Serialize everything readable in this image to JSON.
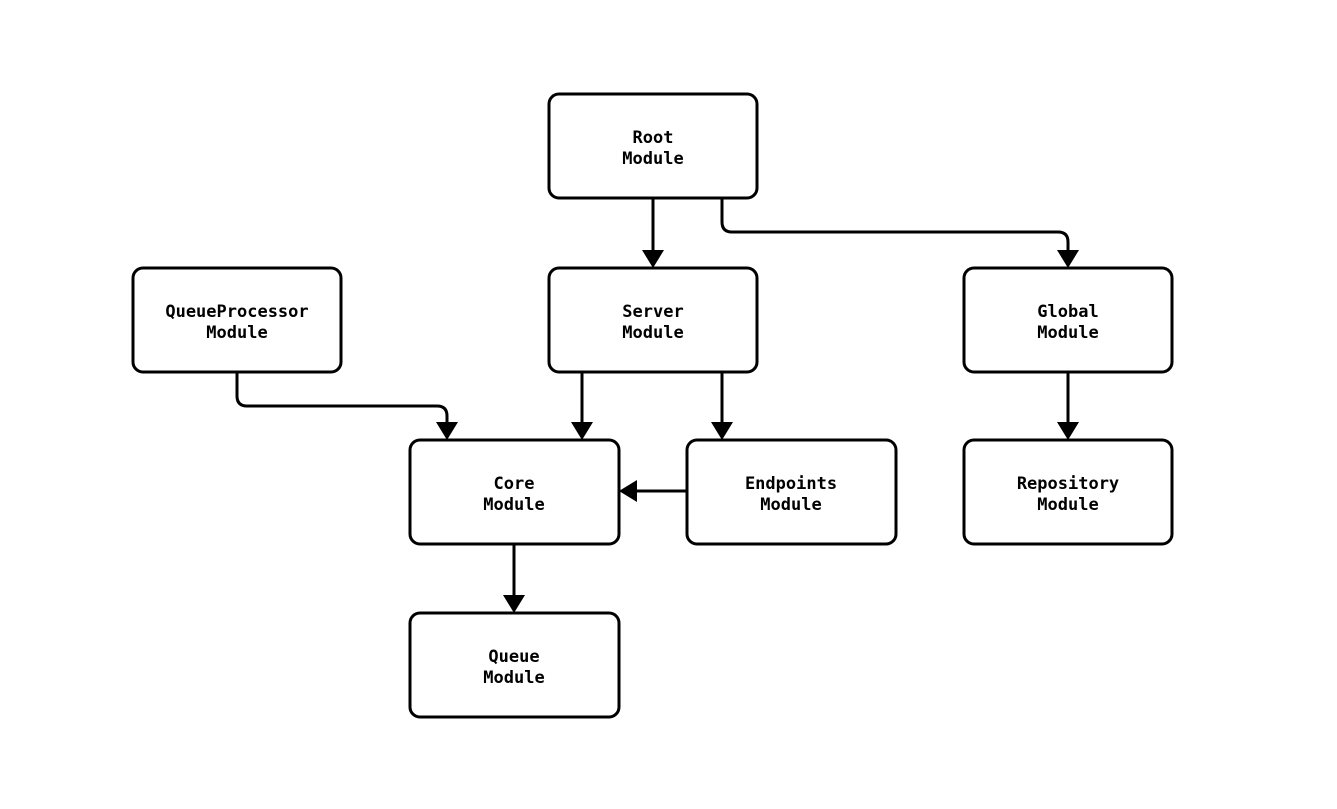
{
  "diagram": {
    "type": "flowchart",
    "background_color": "#ffffff",
    "node_fill_color": "#ffffff",
    "node_stroke_color": "#000000",
    "text_color": "#000000",
    "nodes": [
      {
        "id": "root",
        "line1": "Root",
        "line2": "Module"
      },
      {
        "id": "server",
        "line1": "Server",
        "line2": "Module"
      },
      {
        "id": "queueprocessor",
        "line1": "QueueProcessor",
        "line2": "Module"
      },
      {
        "id": "global",
        "line1": "Global",
        "line2": "Module"
      },
      {
        "id": "core",
        "line1": "Core",
        "line2": "Module"
      },
      {
        "id": "endpoints",
        "line1": "Endpoints",
        "line2": "Module"
      },
      {
        "id": "repository",
        "line1": "Repository",
        "line2": "Module"
      },
      {
        "id": "queue",
        "line1": "Queue",
        "line2": "Module"
      }
    ],
    "edges": [
      {
        "from": "root",
        "to": "server"
      },
      {
        "from": "root",
        "to": "global"
      },
      {
        "from": "server",
        "to": "core"
      },
      {
        "from": "server",
        "to": "endpoints"
      },
      {
        "from": "queueprocessor",
        "to": "core"
      },
      {
        "from": "endpoints",
        "to": "core"
      },
      {
        "from": "core",
        "to": "queue"
      },
      {
        "from": "global",
        "to": "repository"
      }
    ]
  }
}
